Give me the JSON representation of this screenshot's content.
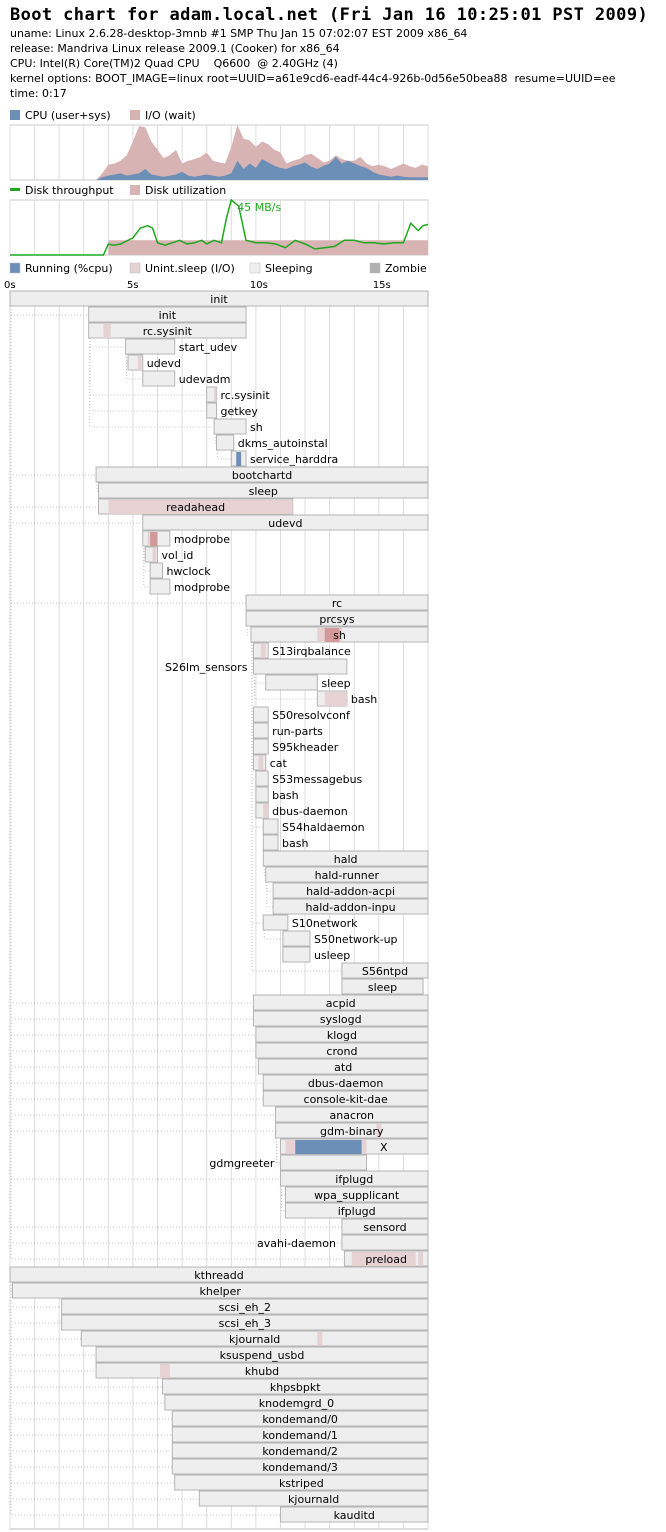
{
  "header": {
    "title": "Boot chart for adam.local.net (Fri Jan 16 10:25:01 PST 2009)",
    "uname": "uname: Linux 2.6.28-desktop-3mnb #1 SMP Thu Jan 15 07:02:07 EST 2009 x86_64",
    "release": "release: Mandriva Linux release 2009.1 (Cooker) for x86_64",
    "cpu": "CPU: Intel(R) Core(TM)2 Quad CPU    Q6600  @ 2.40GHz (4)",
    "kernel": "kernel options: BOOT_IMAGE=linux root=UUID=a61e9cd6-eadf-44c4-926b-0d56e50bea88  resume=UUID=ee",
    "time": "time: 0:17"
  },
  "colors": {
    "cpu": "#6c8fb8",
    "io": "#d7b3b3",
    "disk_throughput": "#1fa81f",
    "disk_utilization": "#d7b3b3",
    "running": "#6c8fb8",
    "unint_sleep": "#e6d2d2",
    "unint_sleep_strong": "#d29a9a",
    "sleeping": "#eeeeee",
    "zombie": "#b0b0b0",
    "box_border": "#b4b4b4",
    "grid": "#dcdcdc"
  },
  "chart_data": [
    {
      "type": "area",
      "legend": [
        "CPU (user+sys)",
        "I/O (wait)"
      ],
      "x_range": [
        0,
        17
      ],
      "ylim": [
        0,
        100
      ],
      "x": [
        0,
        0.5,
        1,
        1.5,
        2,
        2.5,
        3,
        3.5,
        3.75,
        4,
        4.25,
        4.5,
        4.75,
        5,
        5.25,
        5.5,
        5.75,
        6,
        6.25,
        6.5,
        6.75,
        7,
        7.25,
        7.5,
        7.75,
        8,
        8.25,
        8.5,
        8.75,
        9,
        9.25,
        9.5,
        9.75,
        10,
        10.25,
        10.5,
        10.75,
        11,
        11.25,
        11.5,
        11.75,
        12,
        12.25,
        12.5,
        12.75,
        13,
        13.25,
        13.5,
        13.75,
        14,
        14.25,
        14.5,
        14.75,
        15,
        15.25,
        15.5,
        15.75,
        16,
        16.25,
        16.5,
        16.75,
        17
      ],
      "series": [
        {
          "name": "CPU (user+sys)",
          "values": [
            0,
            0,
            0,
            0,
            0,
            0,
            0,
            0,
            5,
            8,
            10,
            12,
            8,
            10,
            12,
            20,
            10,
            8,
            6,
            8,
            10,
            15,
            8,
            6,
            8,
            10,
            8,
            6,
            8,
            12,
            35,
            20,
            30,
            22,
            38,
            32,
            26,
            22,
            20,
            25,
            28,
            32,
            24,
            20,
            26,
            30,
            42,
            30,
            35,
            30,
            25,
            22,
            15,
            10,
            8,
            6,
            8,
            6,
            5,
            5,
            5,
            5
          ]
        },
        {
          "name": "I/O (wait)",
          "values": [
            0,
            0,
            0,
            0,
            0,
            0,
            0,
            0,
            12,
            28,
            30,
            35,
            45,
            70,
            98,
            96,
            70,
            55,
            40,
            45,
            55,
            30,
            35,
            38,
            42,
            50,
            35,
            32,
            30,
            60,
            100,
            75,
            72,
            60,
            70,
            65,
            55,
            50,
            30,
            35,
            38,
            45,
            48,
            40,
            32,
            35,
            45,
            38,
            35,
            35,
            42,
            30,
            25,
            28,
            25,
            20,
            25,
            30,
            25,
            22,
            28,
            25
          ]
        }
      ]
    },
    {
      "type": "line",
      "legend": [
        "Disk throughput",
        "Disk utilization"
      ],
      "annotations": [
        "45 MB/s"
      ],
      "x_range": [
        0,
        17
      ],
      "ylim": [
        0,
        45
      ],
      "x": [
        0,
        1,
        2,
        3,
        3.8,
        4,
        4.2,
        4.5,
        4.8,
        5,
        5.3,
        5.6,
        5.8,
        6,
        6.3,
        6.6,
        6.9,
        7.2,
        7.5,
        7.8,
        8,
        8.3,
        8.6,
        8.8,
        9,
        9.3,
        9.6,
        10,
        10.4,
        10.8,
        11.2,
        11.6,
        12,
        12.4,
        12.8,
        13.2,
        13.6,
        14,
        14.4,
        14.8,
        15.2,
        15.6,
        16,
        16.3,
        16.6,
        16.8,
        17
      ],
      "series": [
        {
          "name": "Disk throughput",
          "values": [
            0,
            0,
            0,
            0,
            0,
            9,
            8,
            9,
            12,
            14,
            22,
            24,
            22,
            10,
            8,
            10,
            12,
            9,
            10,
            12,
            9,
            12,
            10,
            30,
            45,
            40,
            12,
            10,
            10,
            9,
            6,
            12,
            9,
            5,
            6,
            7,
            12,
            12,
            10,
            10,
            9,
            10,
            10,
            26,
            20,
            24,
            25
          ]
        },
        {
          "name": "Disk utilization",
          "values": [
            0,
            0,
            0,
            0,
            0,
            12,
            12,
            12,
            12,
            12,
            12,
            12,
            12,
            12,
            12,
            12,
            12,
            12,
            12,
            12,
            12,
            12,
            12,
            12,
            12,
            12,
            12,
            12,
            12,
            12,
            12,
            12,
            12,
            12,
            12,
            12,
            12,
            12,
            12,
            12,
            12,
            12,
            12,
            12,
            12,
            12,
            12
          ]
        }
      ]
    },
    {
      "type": "gantt",
      "legend": [
        "Running (%cpu)",
        "Unint.sleep (I/O)",
        "Sleeping",
        "Zombie"
      ],
      "x_ticks": [
        "0s",
        "5s",
        "10s",
        "15s"
      ],
      "x_range": [
        0,
        17
      ],
      "processes": [
        {
          "name": "init",
          "start": 0.0,
          "end": 17.0,
          "parent": null
        },
        {
          "name": "init",
          "start": 3.2,
          "end": 9.6,
          "parent": 0
        },
        {
          "name": "rc.sysinit",
          "start": 3.2,
          "end": 9.6,
          "parent": 1,
          "io": [
            [
              3.8,
              4.1
            ]
          ]
        },
        {
          "name": "start_udev",
          "start": 4.7,
          "end": 6.7,
          "parent": 2
        },
        {
          "name": "udevd",
          "start": 4.8,
          "end": 5.4,
          "parent": 3,
          "io": [
            [
              5.2,
              5.35
            ]
          ]
        },
        {
          "name": "udevadm",
          "start": 5.4,
          "end": 6.7,
          "parent": 3
        },
        {
          "name": "rc.sysinit",
          "start": 8.0,
          "end": 8.4,
          "parent": 2,
          "io": [
            [
              8.3,
              8.4
            ]
          ]
        },
        {
          "name": "getkey",
          "start": 8.0,
          "end": 8.4,
          "parent": 2
        },
        {
          "name": "sh",
          "start": 8.3,
          "end": 9.6,
          "parent": 2
        },
        {
          "name": "dkms_autoinstal",
          "start": 8.4,
          "end": 9.1,
          "parent": 8
        },
        {
          "name": "service_harddra",
          "start": 9.0,
          "end": 9.6,
          "parent": 9,
          "cpu": [
            [
              9.2,
              9.4
            ]
          ]
        },
        {
          "name": "bootchartd",
          "start": 3.5,
          "end": 17.0,
          "parent": 0
        },
        {
          "name": "sleep",
          "start": 3.6,
          "end": 17.0,
          "parent": 11
        },
        {
          "name": "readahead",
          "start": 3.6,
          "end": 11.5,
          "parent": 0,
          "io": [
            [
              4.0,
              11.5
            ]
          ]
        },
        {
          "name": "udevd",
          "start": 5.4,
          "end": 17.0,
          "parent": 0
        },
        {
          "name": "modprobe",
          "start": 5.4,
          "end": 6.5,
          "parent": 14,
          "io": [
            [
              5.6,
              6.0
            ]
          ],
          "io_strong": [
            [
              5.7,
              6.0
            ]
          ]
        },
        {
          "name": "vol_id",
          "start": 5.5,
          "end": 6.0,
          "parent": 14,
          "io": [
            [
              5.8,
              5.95
            ]
          ]
        },
        {
          "name": "hwclock",
          "start": 5.7,
          "end": 6.2,
          "parent": 14
        },
        {
          "name": "modprobe",
          "start": 5.7,
          "end": 6.5,
          "parent": 14
        },
        {
          "name": "rc",
          "start": 9.6,
          "end": 17.0,
          "parent": 0
        },
        {
          "name": "prcsys",
          "start": 9.6,
          "end": 17.0,
          "parent": 19
        },
        {
          "name": "sh",
          "start": 9.8,
          "end": 17.0,
          "parent": 20,
          "io": [
            [
              12.5,
              13.5
            ]
          ],
          "io_strong": [
            [
              12.8,
              13.4
            ]
          ]
        },
        {
          "name": "S13irqbalance",
          "start": 9.9,
          "end": 10.5,
          "parent": 21,
          "io": [
            [
              10.2,
              10.4
            ]
          ]
        },
        {
          "name": "S26lm_sensors",
          "start": 9.9,
          "end": 13.7,
          "parent": 21,
          "label_left": true
        },
        {
          "name": "sleep",
          "start": 10.4,
          "end": 12.5,
          "parent": 23
        },
        {
          "name": "bash",
          "start": 12.5,
          "end": 13.7,
          "parent": 23,
          "io": [
            [
              12.8,
              13.7
            ]
          ]
        },
        {
          "name": "S50resolvconf",
          "start": 9.9,
          "end": 10.5,
          "parent": 21
        },
        {
          "name": "run-parts",
          "start": 9.9,
          "end": 10.5,
          "parent": 26
        },
        {
          "name": "S95kheader",
          "start": 9.9,
          "end": 10.5,
          "parent": 21
        },
        {
          "name": "cat",
          "start": 9.9,
          "end": 10.4,
          "parent": 28,
          "io": [
            [
              10.1,
              10.3
            ]
          ]
        },
        {
          "name": "S53messagebus",
          "start": 10.0,
          "end": 10.5,
          "parent": 21
        },
        {
          "name": "bash",
          "start": 10.0,
          "end": 10.5,
          "parent": 30
        },
        {
          "name": "dbus-daemon",
          "start": 10.0,
          "end": 10.5,
          "parent": 31,
          "io": [
            [
              10.3,
              10.5
            ]
          ]
        },
        {
          "name": "S54haldaemon",
          "start": 10.3,
          "end": 10.9,
          "parent": 21
        },
        {
          "name": "bash",
          "start": 10.3,
          "end": 10.9,
          "parent": 33
        },
        {
          "name": "hald",
          "start": 10.3,
          "end": 17.0,
          "parent": 34
        },
        {
          "name": "hald-runner",
          "start": 10.4,
          "end": 17.0,
          "parent": 35
        },
        {
          "name": "hald-addon-acpi",
          "start": 10.7,
          "end": 17.0,
          "parent": 36
        },
        {
          "name": "hald-addon-inpu",
          "start": 10.7,
          "end": 17.0,
          "parent": 36
        },
        {
          "name": "S10network",
          "start": 10.3,
          "end": 11.3,
          "parent": 21
        },
        {
          "name": "S50network-up",
          "start": 11.1,
          "end": 12.2,
          "parent": 39
        },
        {
          "name": "usleep",
          "start": 11.1,
          "end": 12.2,
          "parent": 40
        },
        {
          "name": "S56ntpd",
          "start": 13.5,
          "end": 17.0,
          "parent": 21
        },
        {
          "name": "sleep",
          "start": 13.5,
          "end": 16.8,
          "parent": 42
        },
        {
          "name": "acpid",
          "start": 9.9,
          "end": 17.0,
          "parent": 0
        },
        {
          "name": "syslogd",
          "start": 9.9,
          "end": 17.0,
          "parent": 0
        },
        {
          "name": "klogd",
          "start": 10.0,
          "end": 17.0,
          "parent": 0
        },
        {
          "name": "crond",
          "start": 10.0,
          "end": 17.0,
          "parent": 0
        },
        {
          "name": "atd",
          "start": 10.1,
          "end": 17.0,
          "parent": 0
        },
        {
          "name": "dbus-daemon",
          "start": 10.3,
          "end": 17.0,
          "parent": 0
        },
        {
          "name": "console-kit-dae",
          "start": 10.3,
          "end": 17.0,
          "parent": 0
        },
        {
          "name": "anacron",
          "start": 10.8,
          "end": 17.0,
          "parent": 0
        },
        {
          "name": "gdm-binary",
          "start": 10.8,
          "end": 17.0,
          "parent": 0,
          "io": [
            [
              14.9,
              15.1
            ]
          ]
        },
        {
          "name": "X",
          "start": 11.0,
          "end": 17.0,
          "parent": 52,
          "label_inside": true,
          "cpu": [
            [
              11.6,
              14.3
            ]
          ],
          "io": [
            [
              11.2,
              11.6
            ],
            [
              14.3,
              14.5
            ]
          ]
        },
        {
          "name": "gdmgreeter",
          "start": 11.0,
          "end": 14.5,
          "parent": 52,
          "label_left": true
        },
        {
          "name": "ifplugd",
          "start": 11.0,
          "end": 17.0,
          "parent": 0
        },
        {
          "name": "wpa_supplicant",
          "start": 11.2,
          "end": 17.0,
          "parent": 55
        },
        {
          "name": "ifplugd",
          "start": 11.2,
          "end": 17.0,
          "parent": 55
        },
        {
          "name": "sensord",
          "start": 13.5,
          "end": 17.0,
          "parent": 0
        },
        {
          "name": "avahi-daemon",
          "start": 13.5,
          "end": 17.0,
          "parent": 0,
          "label_left": true
        },
        {
          "name": "preload",
          "start": 13.6,
          "end": 17.0,
          "parent": 0,
          "io": [
            [
              13.9,
              16.5
            ],
            [
              16.6,
              16.8
            ]
          ]
        },
        {
          "name": "kthreadd",
          "start": 0.0,
          "end": 17.0,
          "parent": null
        },
        {
          "name": "khelper",
          "start": 0.1,
          "end": 17.0,
          "parent": 61
        },
        {
          "name": "scsi_eh_2",
          "start": 2.1,
          "end": 17.0,
          "parent": 61
        },
        {
          "name": "scsi_eh_3",
          "start": 2.1,
          "end": 17.0,
          "parent": 61
        },
        {
          "name": "kjournald",
          "start": 2.9,
          "end": 17.0,
          "parent": 61,
          "io": [
            [
              12.5,
              12.7
            ]
          ]
        },
        {
          "name": "ksuspend_usbd",
          "start": 3.5,
          "end": 17.0,
          "parent": 61
        },
        {
          "name": "khubd",
          "start": 3.5,
          "end": 17.0,
          "parent": 61,
          "io": [
            [
              6.1,
              6.5
            ]
          ]
        },
        {
          "name": "khpsbpkt",
          "start": 6.2,
          "end": 17.0,
          "parent": 61
        },
        {
          "name": "knodemgrd_0",
          "start": 6.3,
          "end": 17.0,
          "parent": 61
        },
        {
          "name": "kondemand/0",
          "start": 6.6,
          "end": 17.0,
          "parent": 61
        },
        {
          "name": "kondemand/1",
          "start": 6.6,
          "end": 17.0,
          "parent": 61
        },
        {
          "name": "kondemand/2",
          "start": 6.6,
          "end": 17.0,
          "parent": 61
        },
        {
          "name": "kondemand/3",
          "start": 6.6,
          "end": 17.0,
          "parent": 61
        },
        {
          "name": "kstriped",
          "start": 6.7,
          "end": 17.0,
          "parent": 61
        },
        {
          "name": "kjournald",
          "start": 7.7,
          "end": 17.0,
          "parent": 61
        },
        {
          "name": "kauditd",
          "start": 11.0,
          "end": 17.0,
          "parent": 61
        }
      ]
    }
  ]
}
